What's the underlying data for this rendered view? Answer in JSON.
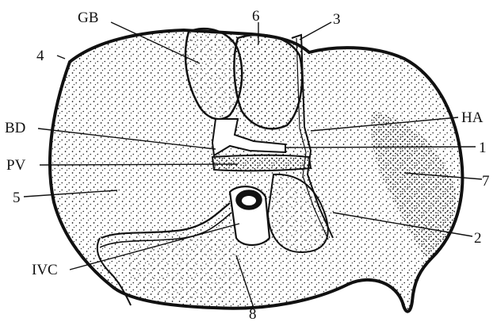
{
  "labels": {
    "gb": "GB",
    "n6": "6",
    "n3": "3",
    "n4": "4",
    "ha": "HA",
    "bd": "BD",
    "n1": "1",
    "pv": "PV",
    "n7": "7",
    "n5": "5",
    "n2": "2",
    "ivc": "IVC",
    "n8": "8"
  },
  "colors": {
    "ink": "#111111",
    "paper": "#ffffff"
  }
}
